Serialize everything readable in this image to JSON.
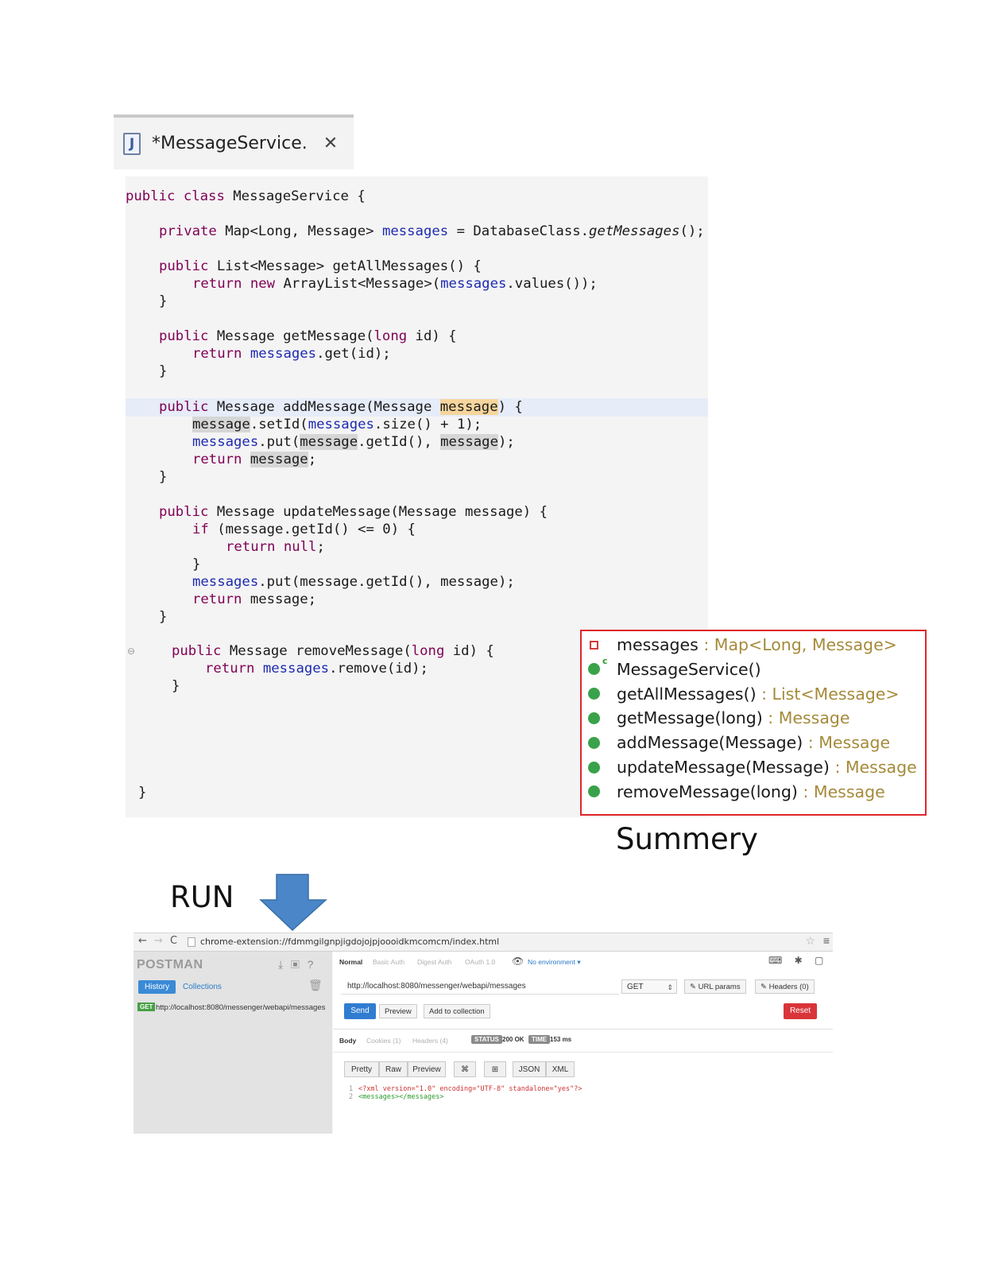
{
  "editor": {
    "tab_title": "*MessageService.",
    "file_icon_letter": "J",
    "close_glyph": "✕",
    "code": {
      "l1": "public class MessageService {",
      "l2": "private Map<Long, Message> messages = DatabaseClass.getMessages();",
      "l3": "public List<Message> getAllMessages() {",
      "l4": "return new ArrayList<Message>(messages.values());",
      "l5": "}",
      "l6": "public Message getMessage(long id) {",
      "l7": "return messages.get(id);",
      "l8": "}",
      "l9": "public Message addMessage(Message message) {",
      "l10": "message.setId(messages.size() + 1);",
      "l11": "messages.put(message.getId(), message);",
      "l12": "return message;",
      "l13": "}",
      "l14": "public Message updateMessage(Message message) {",
      "l15": "if (message.getId() <= 0) {",
      "l16": "return null;",
      "l17": "}",
      "l18": "messages.put(message.getId(), message);",
      "l19": "return message;",
      "l20": "}",
      "l21": "public Message removeMessage(long id) {",
      "l22": "return messages.remove(id);",
      "l23": "}",
      "l24": "}"
    }
  },
  "outline": {
    "items": [
      {
        "name": "messages",
        "type": " : Map<Long, Message>",
        "icon": "private-field-icon"
      },
      {
        "name": "MessageService()",
        "type": "",
        "icon": "constructor-icon"
      },
      {
        "name": "getAllMessages()",
        "type": " : List<Message>",
        "icon": "public-method-icon"
      },
      {
        "name": "getMessage(long)",
        "type": " : Message",
        "icon": "public-method-icon"
      },
      {
        "name": "addMessage(Message)",
        "type": " : Message",
        "icon": "public-method-icon"
      },
      {
        "name": "updateMessage(Message)",
        "type": " : Message",
        "icon": "public-method-icon"
      },
      {
        "name": "removeMessage(long)",
        "type": " : Message",
        "icon": "public-method-icon"
      }
    ],
    "constructor_marker": "c"
  },
  "labels": {
    "summery": "Summery",
    "run": "RUN"
  },
  "colors": {
    "outline_border": "#e0262b",
    "arrow": "#4a86c8",
    "keyword": "#7f0055",
    "field": "#1e2bb0",
    "method_dot": "#3aa24a"
  },
  "browser": {
    "back": "←",
    "forward": "→",
    "reload": "C",
    "url": "chrome-extension://fdmmgilgnpjigdojojpjoooidkmcomcm/index.html",
    "star": "☆",
    "menu": "≡"
  },
  "postman": {
    "logo": "POSTMAN",
    "toolbar_icons": "⤓ ▣ ?",
    "tab_history": "History",
    "tab_collections": "Collections",
    "trash": "🗑",
    "history_item": {
      "method": "GET",
      "url": "http://localhost:8080/messenger/webapi/messages"
    },
    "auth_tabs": [
      "Normal",
      "Basic Auth",
      "Digest Auth",
      "OAuth 1.0"
    ],
    "environment": "No environment ▾",
    "right_icons": "⌨ ✱ ▢",
    "request_url": "http://localhost:8080/messenger/webapi/messages",
    "method": "GET",
    "method_arrow": "⇕",
    "url_params": "✎ URL params",
    "headers_btn": "✎ Headers (0)",
    "send": "Send",
    "preview": "Preview",
    "add_to_collection": "Add to collection",
    "reset": "Reset",
    "response_tabs": [
      "Body",
      "Cookies (1)",
      "Headers (4)"
    ],
    "status_label": "STATUS",
    "status_value": "200 OK",
    "time_label": "TIME",
    "time_value": "153 ms",
    "format_buttons": [
      "Pretty",
      "Raw",
      "Preview",
      "⌘",
      "⊞",
      "JSON",
      "XML"
    ],
    "response_lines": [
      {
        "n": "1",
        "text": "<?xml version=\"1.0\" encoding=\"UTF-8\" standalone=\"yes\"?>"
      },
      {
        "n": "2",
        "text": "<messages></messages>"
      }
    ]
  }
}
